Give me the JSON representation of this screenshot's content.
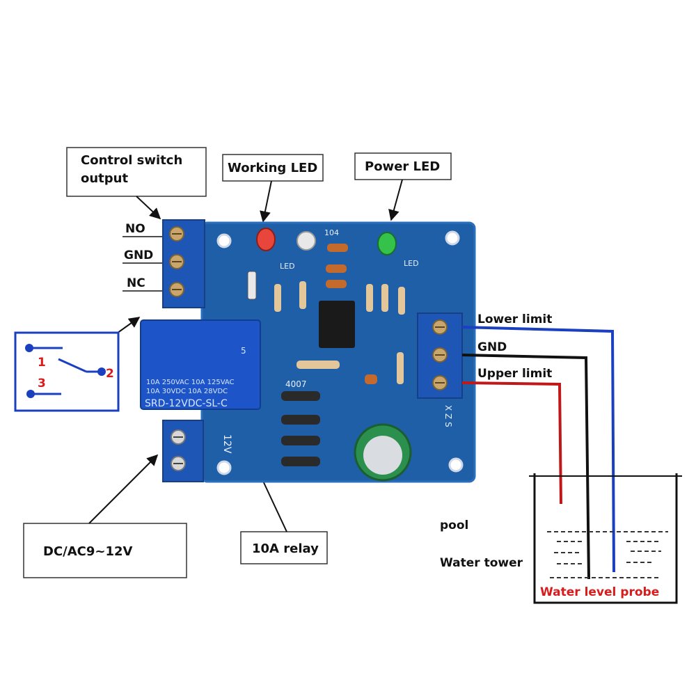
{
  "callouts": {
    "control_switch_output": [
      "Control switch",
      "output"
    ],
    "working_led": "Working LED",
    "power_led": "Power LED",
    "supply": "DC/AC9~12V",
    "relay": "10A relay"
  },
  "terminal_output_labels": {
    "no": "NO",
    "gnd": "GND",
    "nc": "NC"
  },
  "probe_labels": {
    "lower_limit": "Lower limit",
    "gnd": "GND",
    "upper_limit": "Upper limit"
  },
  "switch_symbol": {
    "pin1": "1",
    "pin2": "2",
    "pin3": "3"
  },
  "tank": {
    "pool": "pool",
    "water_tower": "Water tower",
    "probe": "Water level probe"
  },
  "board_text": {
    "led_left": "LED",
    "led_right": "LED",
    "cap_code": "104",
    "diode_code": "4007",
    "supply_mark": "12V",
    "xzs": "X Z S",
    "relay_line1": "10A 250VAC   10A 125VAC",
    "relay_line2": "10A  30VDC   10A  28VDC",
    "relay_model": "SRD-12VDC-SL-C",
    "relay_num": "5"
  },
  "colors": {
    "pcb": "#1f5fa8",
    "pcb_edge": "#2a6fbd",
    "terminal": "#1e56b6",
    "wire_upper": "#c01818",
    "wire_gnd": "#111111",
    "wire_lower": "#1a3fbf",
    "switch_symbol": "#1a3fbf",
    "probe_text": "#d81c1c"
  }
}
